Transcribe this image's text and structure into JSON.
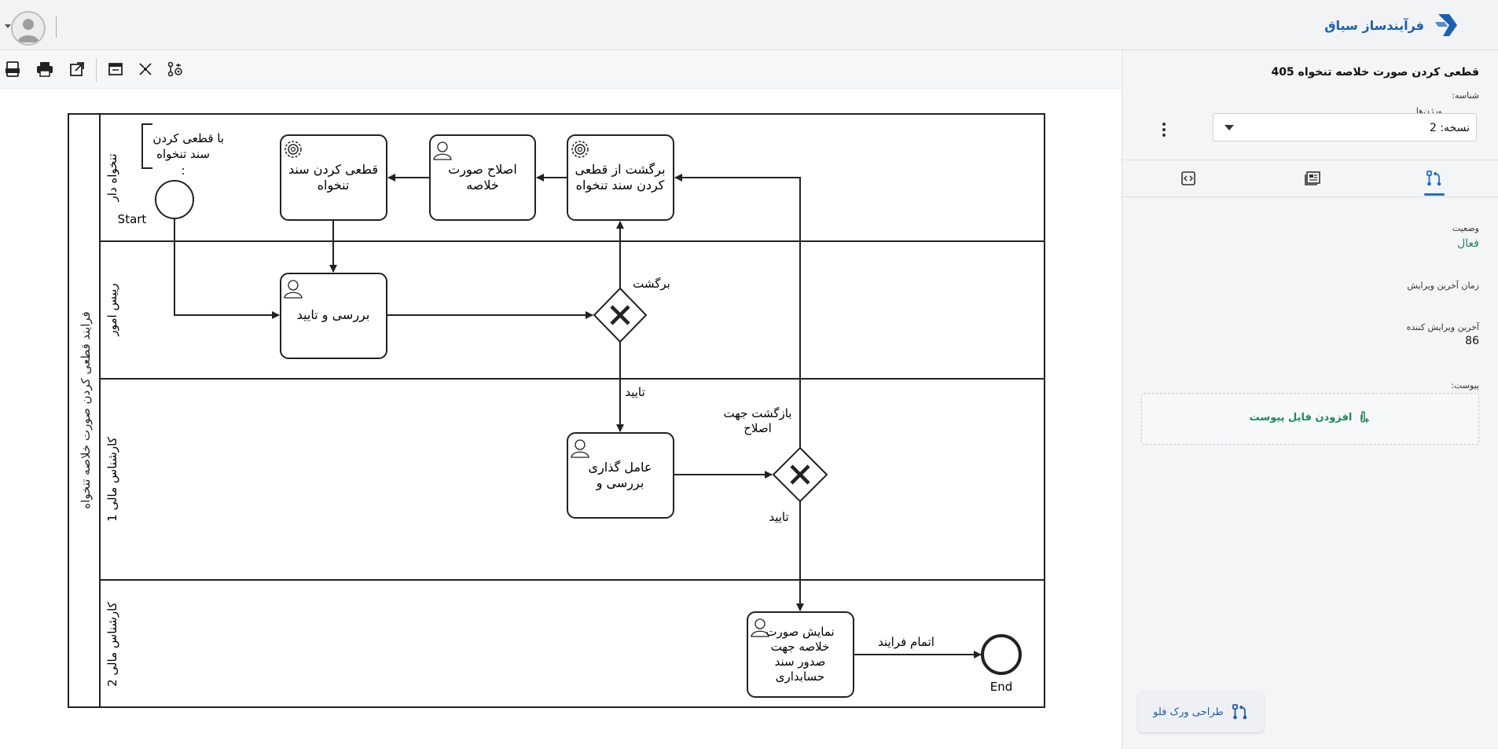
{
  "brand": {
    "name": "فرآیندساز سیاق"
  },
  "toolbar": {
    "buttons": [
      "export-icon",
      "print-icon",
      "open-external-icon",
      "layout-icon",
      "collapse-icon",
      "settings-flow-icon"
    ]
  },
  "diagram": {
    "pool_label": "فرایند قطعی کردن صورت خلاصه تنخواه",
    "lanes": [
      "تنخواه دار",
      "رییس امور",
      "کارشناس مالی 1",
      "کارشناس مالی 2"
    ],
    "tasks": {
      "finalize": [
        "قطعی کردن سند",
        "تنخواه"
      ],
      "correct": [
        "اصلاح صورت",
        "خلاصه"
      ],
      "revert": [
        "برگشت از قطعی",
        "کردن سند تنخواه"
      ],
      "review": "بررسی و تایید",
      "financial": [
        "عامل گذاری",
        "بررسی و"
      ],
      "display": [
        "نمایش صورت",
        "خلاصه جهت",
        "صدور سند",
        "حسابداری"
      ]
    },
    "annotation": [
      "با قطعی کردن",
      "سند تنخواه",
      ":"
    ],
    "events": {
      "start": "Start",
      "end": "End"
    },
    "flows": {
      "return": "برگشت",
      "approve1": "تایید",
      "return_fix": [
        "بازگشت جهت",
        "اصلاح"
      ],
      "approve2": "تایید",
      "finish": "اتمام فرایند"
    }
  },
  "sidebar": {
    "title": "قطعی کردن صورت خلاصه تنخواه 405",
    "id_label": "شناسه:",
    "versions_label": "ورژن‌ها",
    "version_value": "نسخه: 2",
    "status_label": "وضعیت",
    "status_value": "فعال",
    "last_edit_time_label": "زمان آخرین ویرایش",
    "last_editor_label": "آخرین ویرایش کننده",
    "last_editor_value": "86",
    "attachment_label": "پیوست:",
    "add_file_label": "افزودن فایل پیوست",
    "design_button_label": "طراحی ورک فلو"
  },
  "colors": {
    "brand": "#1a5fb4",
    "status_active": "#1e8a5a",
    "accent": "#1a6fd0"
  }
}
